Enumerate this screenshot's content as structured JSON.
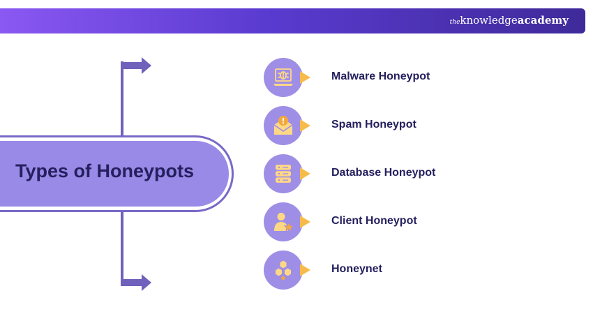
{
  "brand": {
    "prefix": "the",
    "part1": "knowledge",
    "part2": "academy"
  },
  "colors": {
    "banner_start": "#8a58f2",
    "banner_end": "#3f2a9a",
    "connector": "#7061bc",
    "hub_fill": "#9a8ae8",
    "item_circle": "#9f8ee6",
    "pointer": "#f7bb4b",
    "text": "#24205e"
  },
  "hub": {
    "title": "Types of Honeypots"
  },
  "items": [
    {
      "label": "Malware Honeypot",
      "icon": "laptop-bug-icon"
    },
    {
      "label": "Spam Honeypot",
      "icon": "envelope-alert-icon"
    },
    {
      "label": "Database Honeypot",
      "icon": "database-icon"
    },
    {
      "label": "Client Honeypot",
      "icon": "user-star-icon"
    },
    {
      "label": "Honeynet",
      "icon": "honeycomb-icon"
    }
  ]
}
